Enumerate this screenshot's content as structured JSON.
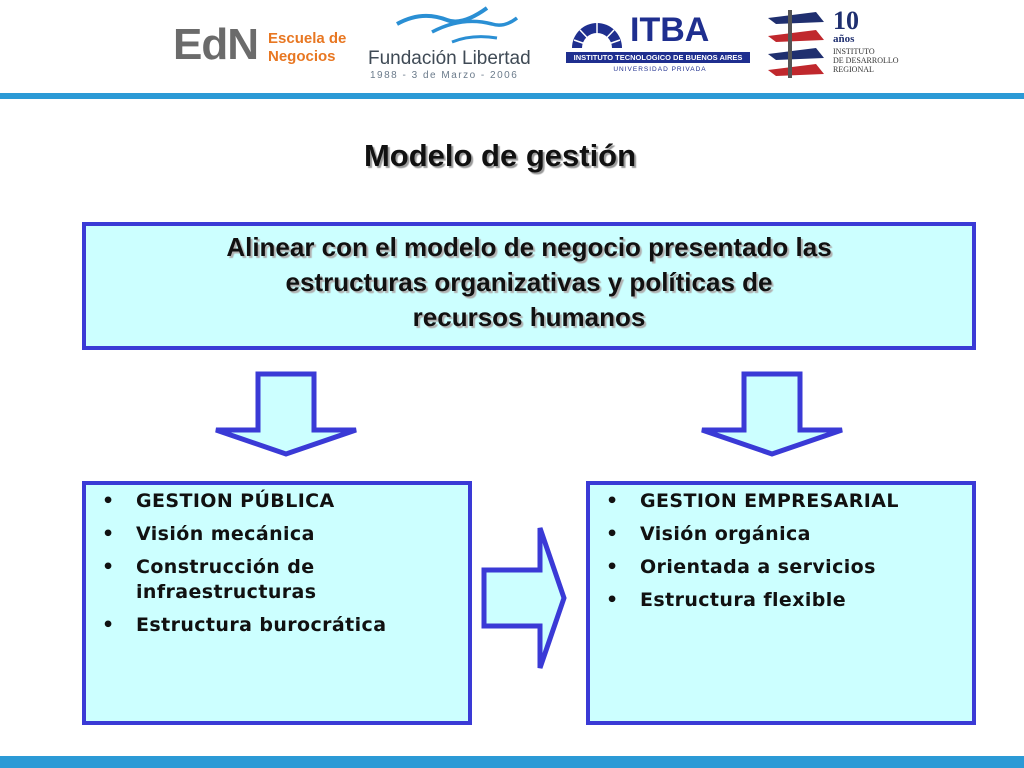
{
  "header": {
    "logos": [
      {
        "name": "EdN",
        "subtitle_line1": "Escuela de",
        "subtitle_line2": "Negocios"
      },
      {
        "name": "Fundación Libertad",
        "tagline": "1988 - 3 de Marzo - 2006"
      },
      {
        "name": "ITBA",
        "subtitle": "INSTITUTO TECNOLOGICO DE BUENOS AIRES",
        "subtitle2": "UNIVERSIDAD PRIVADA"
      },
      {
        "number": "10",
        "years": "años",
        "line1": "INSTITUTO",
        "line2": "DE DESARROLLO",
        "line3": "REGIONAL"
      }
    ],
    "colors": {
      "rule": "#2b9ad6",
      "edn_orange": "#e87722",
      "itba_blue": "#1f2f8f"
    }
  },
  "title": "Modelo de gestión",
  "statement": {
    "line1": "Alinear con el modelo de negocio presentado las",
    "line2": "estructuras organizativas y políticas de",
    "line3": "recursos humanos"
  },
  "left_box": {
    "items": [
      "GESTION PÚBLICA",
      "Visión mecánica",
      "Construcción de infraestructuras",
      "Estructura burocrática"
    ]
  },
  "right_box": {
    "items": [
      "GESTION EMPRESARIAL",
      "Visión orgánica",
      "Orientada a servicios",
      "Estructura flexible"
    ]
  },
  "colors": {
    "box_fill": "#ccffff",
    "box_border": "#3a3ad6",
    "arrow_fill": "#ccffff",
    "arrow_border": "#3a3ad6"
  }
}
